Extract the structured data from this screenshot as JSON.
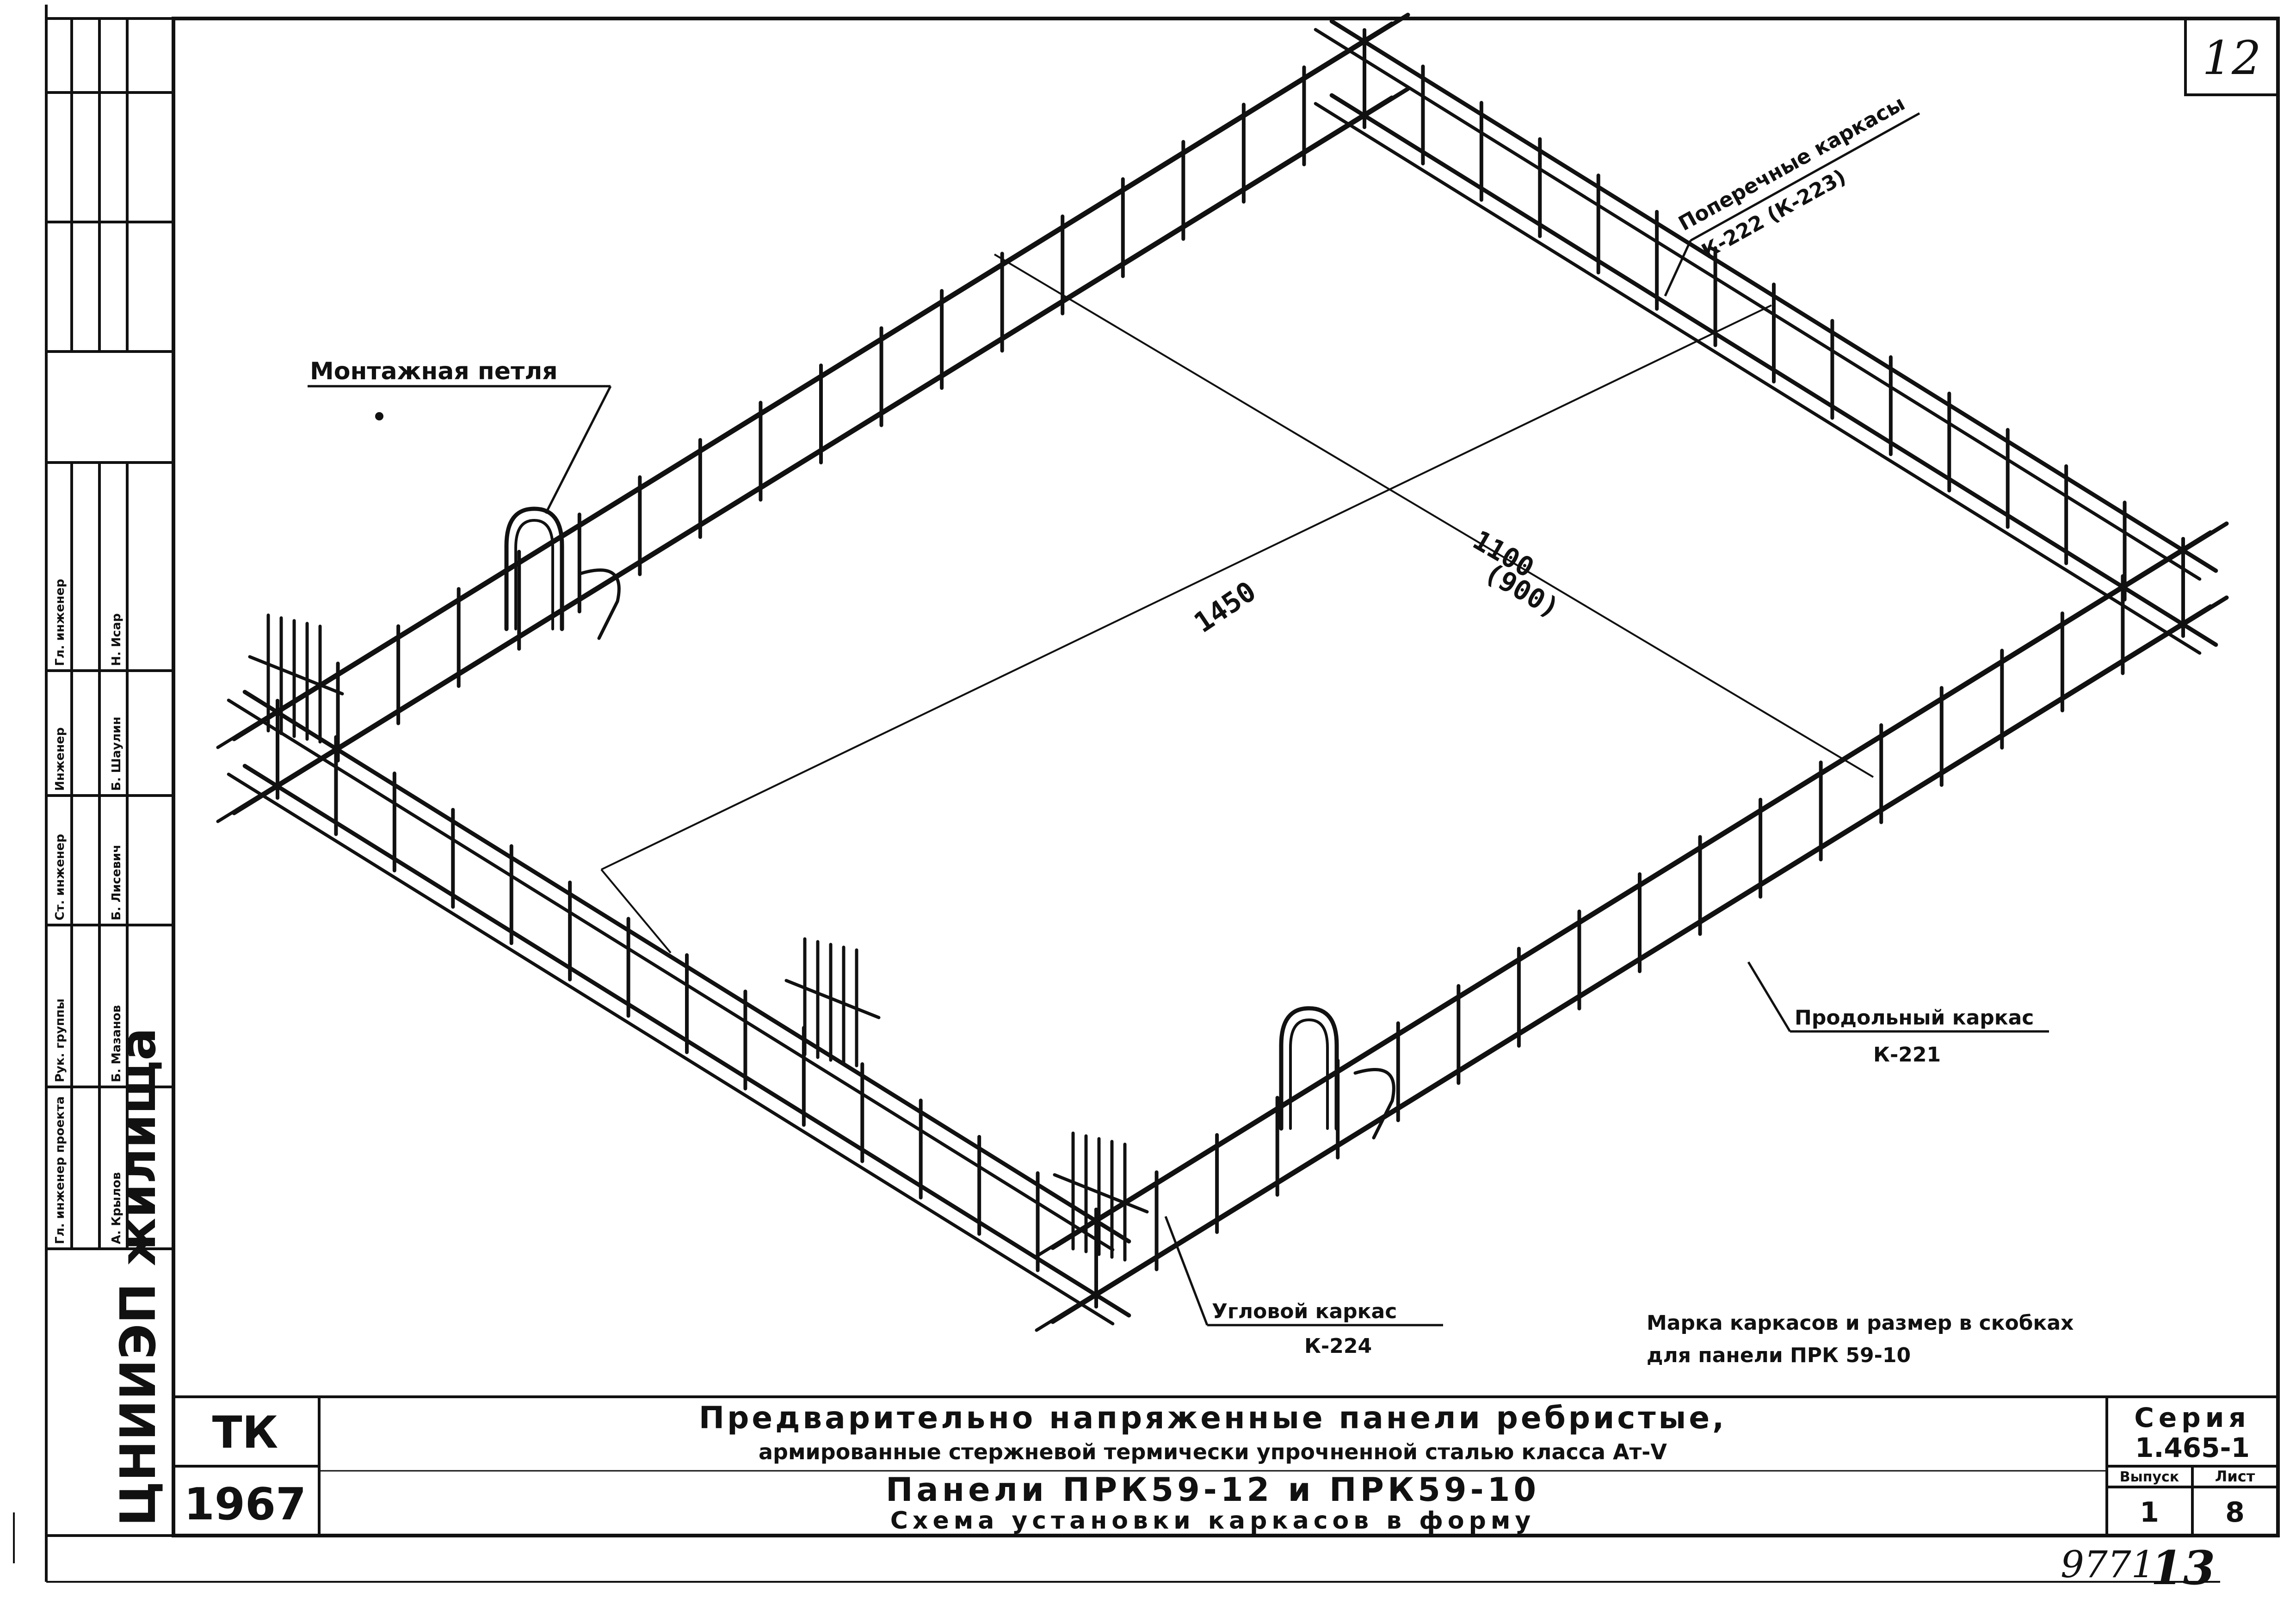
{
  "sheet_number": "12",
  "callouts": {
    "lifting_loop": "Монтажная петля",
    "transverse_title": "Поперечные каркасы",
    "transverse_marks": "К-222 (К-223)",
    "longitudinal_title": "Продольный каркас",
    "longitudinal_mark": "К-221",
    "corner_title": "Угловой каркас",
    "corner_mark": "К-224"
  },
  "dimensions": {
    "length": "1450",
    "width": "1100",
    "width_alt": "(900)"
  },
  "note": {
    "line1": "Марка каркасов и размер в скобках",
    "line2": "для панели ПРК 59-10"
  },
  "title_block": {
    "code": "ТК",
    "year": "1967",
    "title_line1": "Предварительно напряженные панели ребристые,",
    "title_line2": "армированные стержневой термически упрочненной сталью класса Ат-V",
    "title_line3": "Панели ПРК59-12 и ПРК59-10",
    "title_line4": "Схема установки каркасов в форму",
    "series_label": "Серия",
    "series_value": "1.465-1",
    "issue_label": "Выпуск",
    "issue_value": "1",
    "page_label": "Лист",
    "page_value": "8"
  },
  "institute": "ЦНИИЭП жилища",
  "stamp_rows": [
    {
      "role": "Гл. инженер",
      "name": "Н. Исар"
    },
    {
      "role": "Инженер",
      "name": "Б. Шаулин"
    },
    {
      "role": "Ст. инженер",
      "name": "Б. Лисевич"
    },
    {
      "role": "Рук. группы",
      "name": "Б. Мазанов"
    },
    {
      "role": "Гл. инженер проекта",
      "name": "А. Крылов"
    }
  ],
  "archive_number": "9771",
  "archive_sheet": "13"
}
